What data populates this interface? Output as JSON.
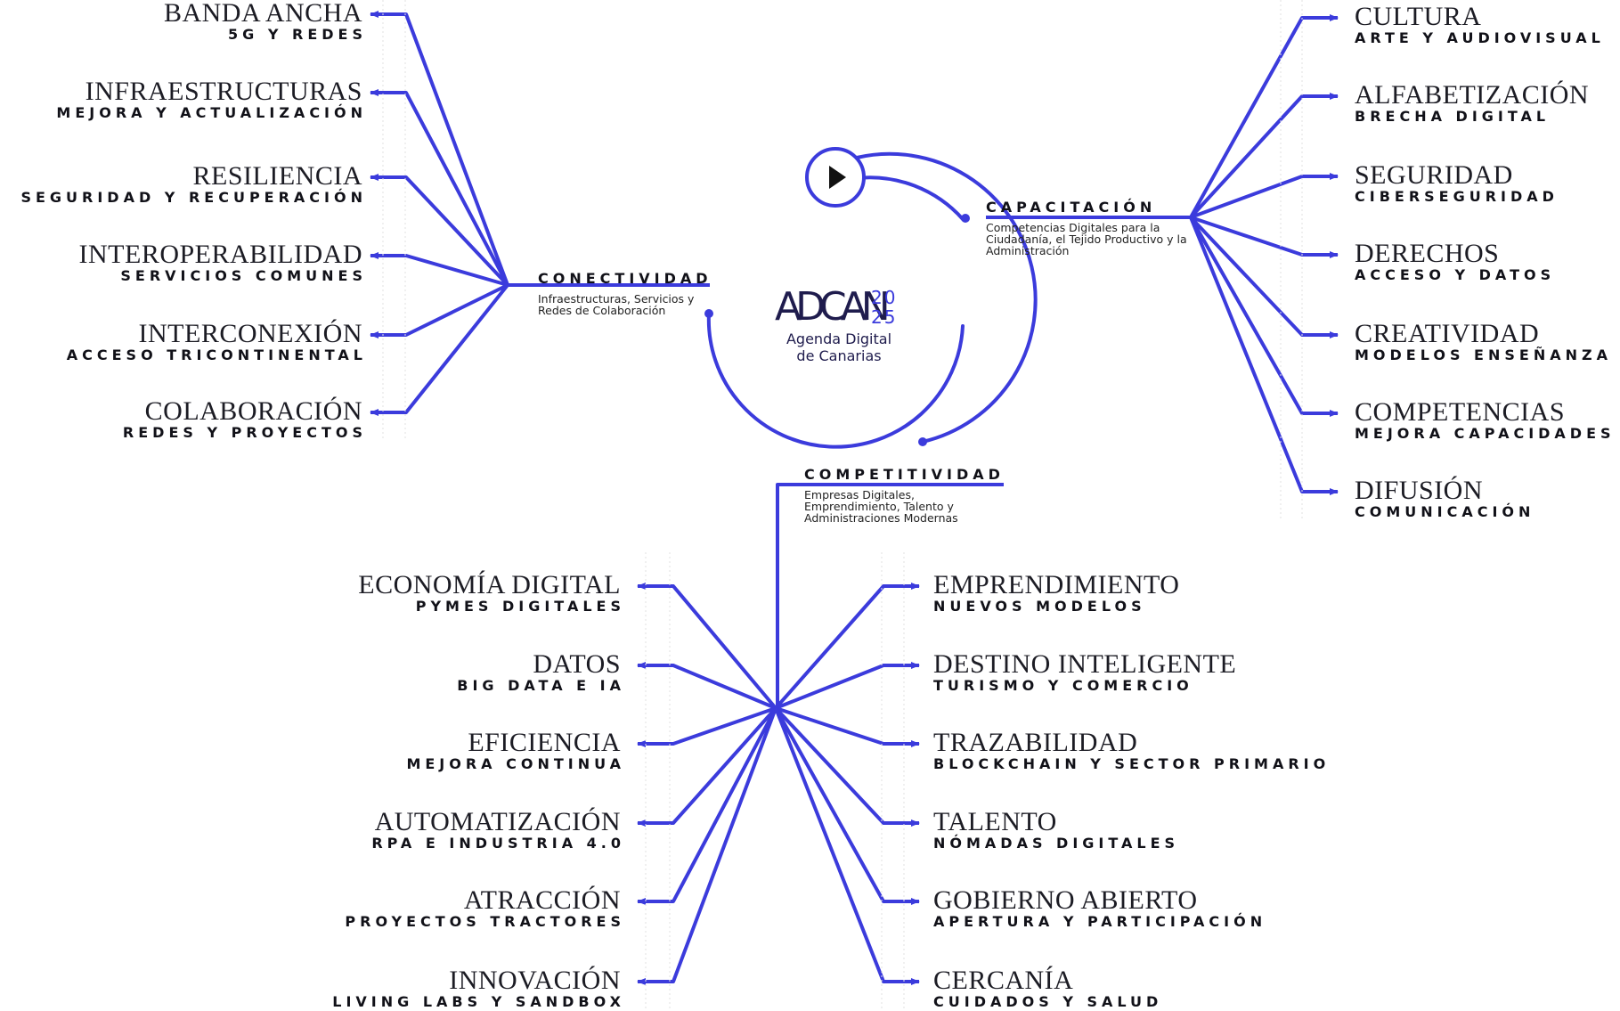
{
  "colors": {
    "accent": "#3b3bdc",
    "text": "#1c1c24",
    "guide": "#d8d8d8"
  },
  "logo": {
    "mark": "ADCAN",
    "year_top": "20",
    "year_bottom": "25",
    "line1": "Agenda Digital",
    "line2": "de Canarias"
  },
  "hubs": {
    "conectividad": {
      "title": "CONECTIVIDAD",
      "desc": "Infraestructuras, Servicios y Redes de Colaboración"
    },
    "capacitacion": {
      "title": "CAPACITACIÓN",
      "desc": "Competencias Digitales para la Ciudadanía, el Tejido Productivo y la Administración"
    },
    "competitividad": {
      "title": "COMPETITIVIDAD",
      "desc": "Empresas Digitales, Emprendimiento, Talento y Administraciones Modernas"
    }
  },
  "conectividad_items": [
    {
      "title": "BANDA ANCHA",
      "subtitle": "5G Y REDES"
    },
    {
      "title": "INFRAESTRUCTURAS",
      "subtitle": "MEJORA Y ACTUALIZACIÓN"
    },
    {
      "title": "RESILIENCIA",
      "subtitle": "SEGURIDAD Y RECUPERACIÓN"
    },
    {
      "title": "INTEROPERABILIDAD",
      "subtitle": "SERVICIOS COMUNES"
    },
    {
      "title": "INTERCONEXIÓN",
      "subtitle": "ACCESO TRICONTINENTAL"
    },
    {
      "title": "COLABORACIÓN",
      "subtitle": "REDES Y PROYECTOS"
    }
  ],
  "capacitacion_items": [
    {
      "title": "CULTURA",
      "subtitle": "ARTE Y AUDIOVISUAL"
    },
    {
      "title": "ALFABETIZACIÓN",
      "subtitle": "BRECHA DIGITAL"
    },
    {
      "title": "SEGURIDAD",
      "subtitle": "CIBERSEGURIDAD"
    },
    {
      "title": "DERECHOS",
      "subtitle": "ACCESO Y DATOS"
    },
    {
      "title": "CREATIVIDAD",
      "subtitle": "MODELOS ENSEÑANZA"
    },
    {
      "title": "COMPETENCIAS",
      "subtitle": "MEJORA CAPACIDADES"
    },
    {
      "title": "DIFUSIÓN",
      "subtitle": "COMUNICACIÓN"
    }
  ],
  "competitividad_left_items": [
    {
      "title": "ECONOMÍA DIGITAL",
      "subtitle": "PYMES DIGITALES"
    },
    {
      "title": "DATOS",
      "subtitle": "BIG DATA E IA"
    },
    {
      "title": "EFICIENCIA",
      "subtitle": "MEJORA CONTINUA"
    },
    {
      "title": "AUTOMATIZACIÓN",
      "subtitle": "RPA E INDUSTRIA 4.0"
    },
    {
      "title": "ATRACCIÓN",
      "subtitle": "PROYECTOS TRACTORES"
    },
    {
      "title": "INNOVACIÓN",
      "subtitle": "LIVING LABS Y SANDBOX"
    }
  ],
  "competitividad_right_items": [
    {
      "title": "EMPRENDIMIENTO",
      "subtitle": "NUEVOS MODELOS"
    },
    {
      "title": "DESTINO INTELIGENTE",
      "subtitle": "TURISMO Y COMERCIO"
    },
    {
      "title": "TRAZABILIDAD",
      "subtitle": "BLOCKCHAIN Y SECTOR PRIMARIO"
    },
    {
      "title": "TALENTO",
      "subtitle": "NÓMADAS DIGITALES"
    },
    {
      "title": "GOBIERNO ABIERTO",
      "subtitle": "APERTURA Y PARTICIPACIÓN"
    },
    {
      "title": "CERCANÍA",
      "subtitle": "CUIDADOS Y SALUD"
    }
  ]
}
